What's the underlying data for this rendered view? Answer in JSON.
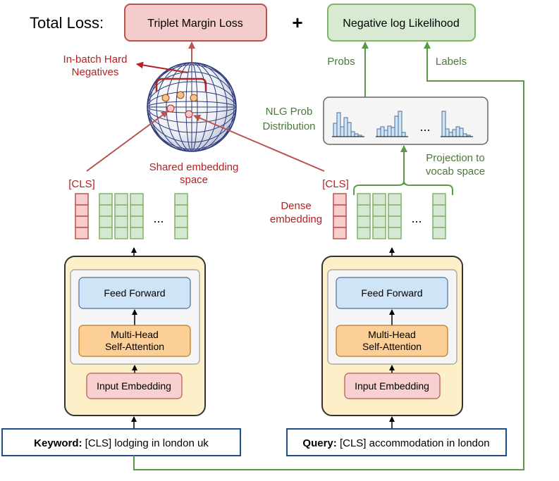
{
  "header": {
    "total_loss_label": "Total Loss:",
    "plus_sign": "+",
    "triplet_loss": "Triplet Margin Loss",
    "nll_loss": "Negative log Likelihood"
  },
  "left_side": {
    "hard_negatives_line1": "In-batch Hard",
    "hard_negatives_line2": "Negatives",
    "shared_space_line1": "Shared embedding",
    "shared_space_line2": "space",
    "cls_label": "[CLS]",
    "ellipsis": "...",
    "encoder": {
      "feed_forward": "Feed Forward",
      "attention_line1": "Multi-Head",
      "attention_line2": "Self-Attention",
      "input_embedding": "Input Embedding"
    },
    "input_bold": "Keyword:",
    "input_text": " [CLS] lodging in london uk"
  },
  "right_side": {
    "probs_label": "Probs",
    "labels_label": "Labels",
    "nlg_line1": "NLG Prob",
    "nlg_line2": "Distribution",
    "nlg_ellipsis": "...",
    "projection_line1": "Projection to",
    "projection_line2": "vocab space",
    "cls_label": "[CLS]",
    "dense_line1": "Dense",
    "dense_line2": "embedding",
    "ellipsis": "...",
    "encoder": {
      "feed_forward": "Feed Forward",
      "attention_line1": "Multi-Head",
      "attention_line2": "Self-Attention",
      "input_embedding": "Input Embedding"
    },
    "input_bold": "Query:",
    "input_text": " [CLS] accommodation in london"
  },
  "colors": {
    "red_accent": "#b22222",
    "green_accent": "#5a9a48",
    "loss_red_fill": "#f4cccc",
    "loss_green_fill": "#d9ead3",
    "encoder_fill": "#fdf0c8",
    "feed_forward_fill": "#d0e4f7",
    "attention_fill": "#fbcf95",
    "input_embedding_fill": "#f8d0d0",
    "input_box_border": "#1f4e8c"
  }
}
